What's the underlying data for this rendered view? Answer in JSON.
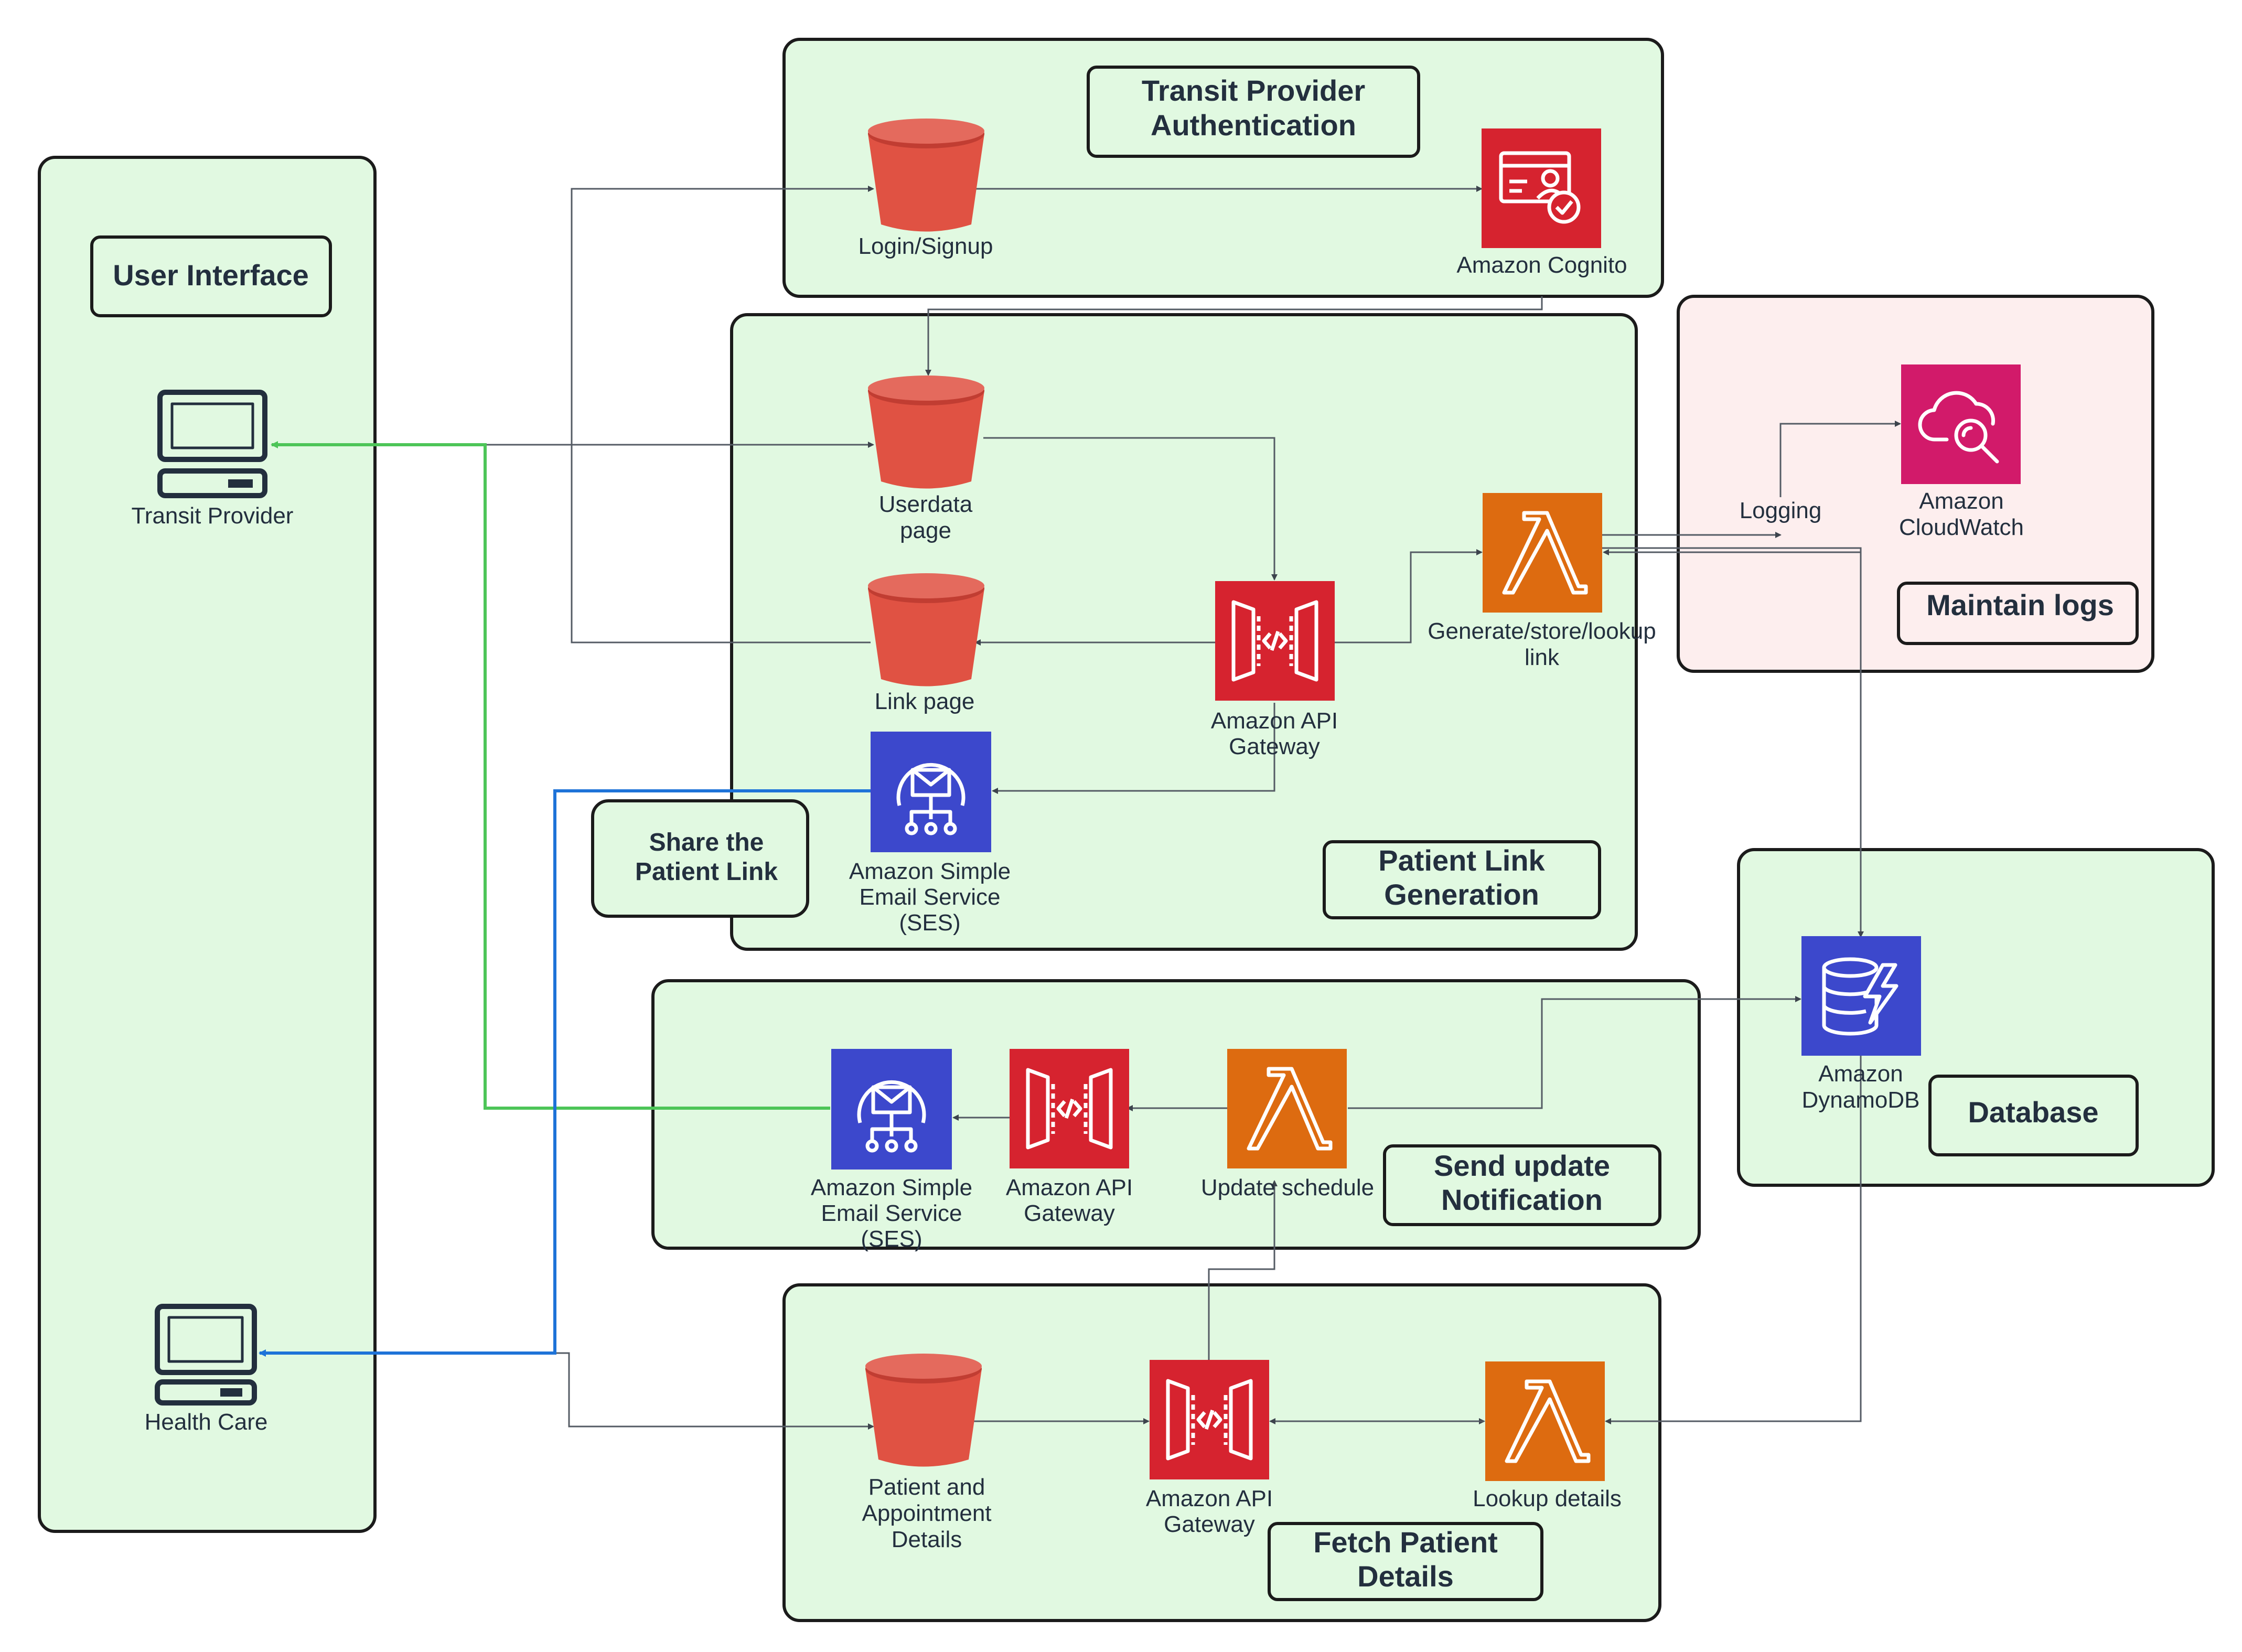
{
  "groups": {
    "user_interface": "User Interface",
    "auth": [
      "Transit Provider",
      "Authentication"
    ],
    "link_gen": [
      "Patient Link",
      "Generation"
    ],
    "share": [
      "Share the",
      "Patient Link"
    ],
    "notify": [
      "Send update",
      "Notification"
    ],
    "fetch": [
      "Fetch Patient",
      "Details"
    ],
    "logs": "Maintain logs",
    "database": "Database"
  },
  "nodes": {
    "transit_provider": [
      "Transit Provider"
    ],
    "health_care": [
      "Health Care"
    ],
    "login": [
      "Login/Signup"
    ],
    "cognito": [
      "Amazon Cognito"
    ],
    "userdata": [
      "Userdata",
      "page"
    ],
    "linkpage": [
      "Link page"
    ],
    "apigw1": [
      "Amazon API",
      "Gateway"
    ],
    "lambda_gen": [
      "Generate/store/lookup",
      "link"
    ],
    "ses1": [
      "Amazon Simple",
      "Email Service",
      "(SES)"
    ],
    "logging": [
      "Logging"
    ],
    "cloudwatch": [
      "Amazon",
      "CloudWatch"
    ],
    "dynamodb": [
      "Amazon",
      "DynamoDB"
    ],
    "ses2": [
      "Amazon Simple",
      "Email Service",
      "(SES)"
    ],
    "apigw2": [
      "Amazon API",
      "Gateway"
    ],
    "lambda_update": [
      "Update schedule"
    ],
    "patient_details": [
      "Patient and",
      "Appointment",
      "Details"
    ],
    "apigw3": [
      "Amazon API",
      "Gateway"
    ],
    "lambda_lookup": [
      "Lookup details"
    ]
  },
  "colors": {
    "group_green": "#e1f9e1",
    "group_pink": "#fdeeee",
    "s3_red": "#e05243",
    "api_red": "#d6232f",
    "lambda_orange": "#dd6b10",
    "ses_blue": "#3c48cc",
    "cloudwatch_pink": "#d21a6a",
    "arrow_gray": "#545b64",
    "arrow_green": "#4dc558",
    "arrow_blue": "#1e73d8"
  }
}
